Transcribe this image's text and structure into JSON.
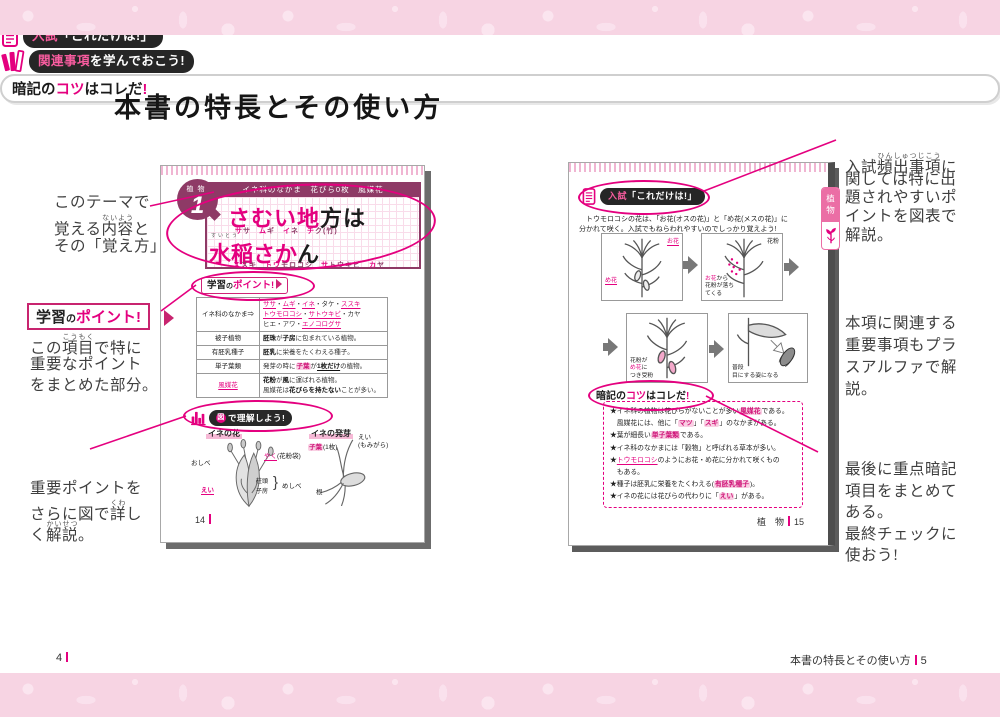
{
  "title": "本書の特長とその使い方",
  "colors": {
    "accent": "#e4007f",
    "plum": "#8e3a66",
    "band_pink": "#f7d4e3",
    "tab_pink": "#eb6ea5"
  },
  "footer": {
    "left_num": "4",
    "right_title": "本書の特長とその使い方",
    "right_num": "5"
  },
  "left_col": {
    "theme": {
      "l1": "このテーマで",
      "l2_pre": "覚える",
      "l2_base": "内容",
      "l2_ruby": "ないよう",
      "l2_post": "と",
      "l3": "その「覚え方」"
    },
    "gakushu_label": {
      "black": "学習",
      "no": "の",
      "pink": "ポイント!"
    },
    "gakushu_desc": {
      "l1_pre": "この",
      "l1_base": "項目",
      "l1_ruby": "こうもく",
      "l1_post": "で特に",
      "l2": "重要なポイント",
      "l3": "をまとめた部分。"
    },
    "zu_label": {
      "circle": "図",
      "rest": "で理解しよう!"
    },
    "zu_desc": {
      "l1": "重要ポイントを",
      "l2_pre": "さらに図で",
      "l2_base": "詳",
      "l2_ruby": "くわ",
      "l2_post": "し",
      "l3_pre": "く",
      "l3_base": "解説",
      "l3_ruby": "かいせつ",
      "l3_post": "。"
    }
  },
  "right_col": {
    "nyushi_label": {
      "pink": "入試",
      "white": "「これだけは!」"
    },
    "nyushi_desc": {
      "l1_pre": "入試",
      "l1_base": "頻出事項",
      "l1_ruby": "ひんしゅつじこう",
      "l1_post": "に",
      "l2": "関しては特に出",
      "l3": "題されやすいポ",
      "l4": "イントを図表で",
      "l5": "解説。"
    },
    "kanren_label": {
      "pink": "関連事項",
      "white": "を学んでおこう!"
    },
    "kanren_desc": {
      "l1": "本項に関連する",
      "l2": "重要事項もプラ",
      "l3": "スアルファで解",
      "l4": "説。"
    },
    "anki_label": {
      "segs": [
        {
          "t": "暗記の"
        },
        {
          "t": "コツ",
          "c": "m"
        },
        {
          "t": "はコレだ"
        },
        {
          "t": "!",
          "c": "m"
        }
      ]
    },
    "anki_desc": {
      "l1": "最後に重点暗記",
      "l2": "項目をまとめて",
      "l3": "ある。",
      "l4": "最終チェックに",
      "l5": "使おう!"
    }
  },
  "page14": {
    "badge": {
      "cat": "植物",
      "num": "1"
    },
    "header_bar": "イネ科のなかま　花びら0枚　風媒花",
    "title_l1": [
      {
        "t": "さむい地",
        "c": "m"
      },
      {
        "t": "方は"
      }
    ],
    "mnemonic_row": [
      {
        "t": "サ",
        "c": "m"
      },
      {
        "t": "サ　"
      },
      {
        "t": "ム",
        "c": "m"
      },
      {
        "t": "ギ　"
      },
      {
        "t": "イ",
        "c": "m"
      },
      {
        "t": "ネ　"
      },
      {
        "t": "チ",
        "c": "m"
      },
      {
        "t": "ク(竹)"
      }
    ],
    "title_l2_ruby": "すいとう",
    "title_l2": [
      {
        "t": "水稲さか",
        "c": "m"
      },
      {
        "t": "ん"
      }
    ],
    "mnemonic_row2": [
      {
        "t": "ス",
        "c": "m"
      },
      {
        "t": "スキ　"
      },
      {
        "t": "トウ",
        "c": "m"
      },
      {
        "t": "モロコシ　"
      },
      {
        "t": "サ",
        "c": "m"
      },
      {
        "t": "トウキビ　"
      },
      {
        "t": "カ",
        "c": "m"
      },
      {
        "t": "ヤ"
      }
    ],
    "gakushu_label": {
      "black": "学習",
      "no": "の",
      "pink": "ポイント!"
    },
    "table": {
      "r1": {
        "head": "イネ科のなかま⇒",
        "l1": [
          {
            "t": "ササ",
            "c": "mu"
          },
          {
            "t": "・"
          },
          {
            "t": "ムギ",
            "c": "mu"
          },
          {
            "t": "・"
          },
          {
            "t": "イネ",
            "c": "mu"
          },
          {
            "t": "・タケ・"
          },
          {
            "t": "ススキ",
            "c": "mu"
          }
        ],
        "l2": [
          {
            "t": "トウモロコシ",
            "c": "mu"
          },
          {
            "t": "・"
          },
          {
            "t": "サトウキビ",
            "c": "mu"
          },
          {
            "t": "・カヤ"
          }
        ],
        "l3": [
          {
            "t": "ヒエ・アワ・"
          },
          {
            "t": "エノコログサ",
            "c": "mu"
          }
        ]
      },
      "r2": {
        "head": "被子植物",
        "l1": [
          {
            "t": "胚珠",
            "c": "b"
          },
          {
            "t": "が"
          },
          {
            "t": "子房",
            "c": "b"
          },
          {
            "t": "に包まれている植物。"
          }
        ]
      },
      "r3": {
        "head": "有胚乳種子",
        "l1": [
          {
            "t": "胚乳",
            "c": "b"
          },
          {
            "t": "に栄養をたくわえる種子。"
          }
        ]
      },
      "r4": {
        "head": "単子葉類",
        "l1": [
          {
            "t": "発芽の時に"
          },
          {
            "t": "子葉",
            "c": "hl"
          },
          {
            "t": "が"
          },
          {
            "t": "1枚だけ",
            "c": "gu"
          },
          {
            "t": "の植物。"
          }
        ]
      },
      "r5": {
        "head": [
          {
            "t": "風媒花",
            "c": "mu"
          }
        ],
        "l1": [
          {
            "t": "花粉",
            "c": "b"
          },
          {
            "t": "が"
          },
          {
            "t": "風",
            "c": "b"
          },
          {
            "t": "に運ばれる植物。"
          }
        ],
        "l2": [
          {
            "t": "風媒花は"
          },
          {
            "t": "花びらを持たない",
            "c": "b"
          },
          {
            "t": "ことが多い。"
          }
        ]
      }
    },
    "zu_label": {
      "circle": "図",
      "rest": "で理解しよう!"
    },
    "fig1": {
      "title": "イネの花",
      "oshibe": "おしべ",
      "yaku": "やく",
      "yaku_paren": "(花粉袋)",
      "ei": "えい",
      "chuto": "柱頭",
      "shibo": "子房",
      "brace": "}",
      "meshibe": "めしべ"
    },
    "fig2": {
      "title": "イネの発芽",
      "shiyo": "子葉",
      "shiyo_paren": "(1枚)",
      "ei1": "えい",
      "ei2": "(もみがら)",
      "ne": "根"
    },
    "page_num": "14"
  },
  "page15": {
    "nyushi_label": {
      "pink": "入試",
      "white": "「これだけは!」"
    },
    "intro_l1": "　トウモロコシの花は、「お花(オスの花)」と「め花(メスの花)」に",
    "intro_l2": "分かれて咲く。入試でもねらわれやすいのでしっかり覚えよう!",
    "boxA": {
      "label_top": "お花",
      "label_left": "め花"
    },
    "boxB": {
      "label_top": "花粉",
      "cap1": [
        {
          "t": "お花",
          "c": "m"
        },
        {
          "t": "から"
        }
      ],
      "cap2": "花粉が落ち",
      "cap3": "てくる"
    },
    "boxC": {
      "cap1": "花粉が",
      "cap2": [
        {
          "t": "め花",
          "c": "m"
        },
        {
          "t": "に"
        }
      ],
      "cap3": "つき受粉"
    },
    "boxD": {
      "cap1": "普段",
      "cap2": "目にする姿になる"
    },
    "anki_label": {
      "segs": [
        {
          "t": "暗記の"
        },
        {
          "t": "コツ",
          "c": "m"
        },
        {
          "t": "はコレだ"
        },
        {
          "t": "!",
          "c": "m"
        }
      ]
    },
    "stars": {
      "s1": [
        {
          "t": "★イネ科の植物は花びらがないことが多い"
        },
        {
          "t": "風媒花",
          "c": "hl"
        },
        {
          "t": "である。"
        }
      ],
      "s2": [
        {
          "t": "　風媒花には、他に「"
        },
        {
          "t": "マツ",
          "c": "hl"
        },
        {
          "t": "」「"
        },
        {
          "t": "スギ",
          "c": "hl"
        },
        {
          "t": "」のなかまがある。"
        }
      ],
      "s3": [
        {
          "t": "★葉が細長い"
        },
        {
          "t": "単子葉類",
          "c": "hl"
        },
        {
          "t": "である。"
        }
      ],
      "s4": [
        {
          "t": "★イネ科のなかまには「穀物」と呼ばれる草本が多い。"
        }
      ],
      "s5": [
        {
          "t": "★"
        },
        {
          "t": "トウモロコシ",
          "c": "mu"
        },
        {
          "t": "のようにお花・め花に分かれて咲くもの"
        }
      ],
      "s6": [
        {
          "t": "　もある。"
        }
      ],
      "s7": [
        {
          "t": "★種子は胚乳に栄養をたくわえる("
        },
        {
          "t": "有胚乳種子",
          "c": "hl"
        },
        {
          "t": ")。"
        }
      ],
      "s8": [
        {
          "t": "★イネの花には花びらの代わりに「"
        },
        {
          "t": "えい",
          "c": "hl"
        },
        {
          "t": "」がある。"
        }
      ]
    },
    "tab_label": "植物",
    "footer_label": "植　物",
    "page_num": "15"
  }
}
